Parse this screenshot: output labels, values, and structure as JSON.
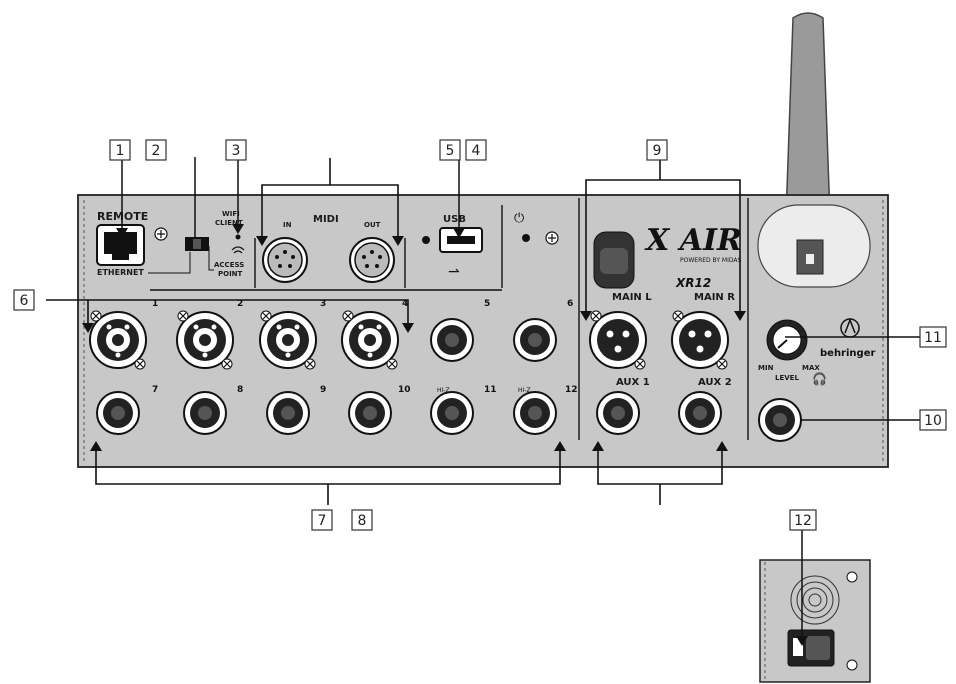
{
  "callouts": [
    "1",
    "2",
    "3",
    "4",
    "5",
    "6",
    "7",
    "8",
    "9",
    "10",
    "11",
    "12"
  ],
  "panel": {
    "remote": "REMOTE",
    "ethernet": "ETHERNET",
    "wifi_top": "WIFI",
    "client": "CLIENT",
    "access": "ACCESS",
    "point": "POINT",
    "midi": "MIDI",
    "midi_in": "IN",
    "midi_out": "OUT",
    "usb": "USB",
    "brand_logo": "X AIR",
    "powered_by": "POWERED BY MIDAS",
    "model": "XR12",
    "behringer": "behringer",
    "main_l": "MAIN L",
    "main_r": "MAIN R",
    "aux1": "AUX 1",
    "aux2": "AUX 2",
    "min": "MIN",
    "level": "LEVEL",
    "max": "MAX",
    "ch_top": [
      "1",
      "2",
      "3",
      "4",
      "5",
      "6"
    ],
    "ch_bottom": [
      "7",
      "8",
      "9",
      "10",
      "11",
      "12"
    ],
    "hiz": "HI-Z"
  }
}
